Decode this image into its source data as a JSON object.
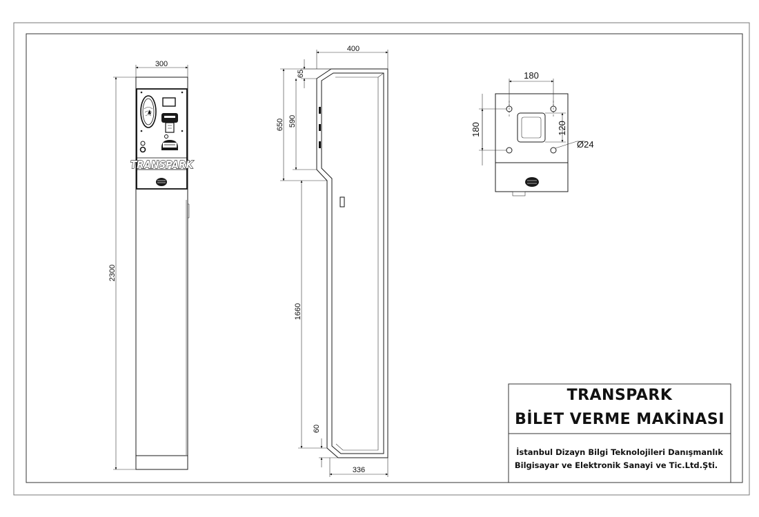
{
  "title_block": {
    "title_line1": "TRANSPARK",
    "title_line2": "BİLET VERME MAKİNASI",
    "company_line1": "İstanbul Dizayn Bilgi Teknolojileri Danışmanlık",
    "company_line2": "Bilgisayar ve Elektronik Sanayi ve Tic.Ltd.Şti."
  },
  "front_view": {
    "brand_label": "TRANSPARK",
    "dim_width": "300",
    "dim_height": "2300"
  },
  "side_view": {
    "dim_top_width": "400",
    "dim_top_offset": "65",
    "dim_upper_outer": "650",
    "dim_upper_inner": "590",
    "dim_lower": "1660",
    "dim_base_offset": "60",
    "dim_base_width": "336"
  },
  "top_view": {
    "dim_hole_spacing_h": "180",
    "dim_hole_spacing_v": "180",
    "dim_opening": "120",
    "dim_hole_diameter": "Ø24"
  }
}
